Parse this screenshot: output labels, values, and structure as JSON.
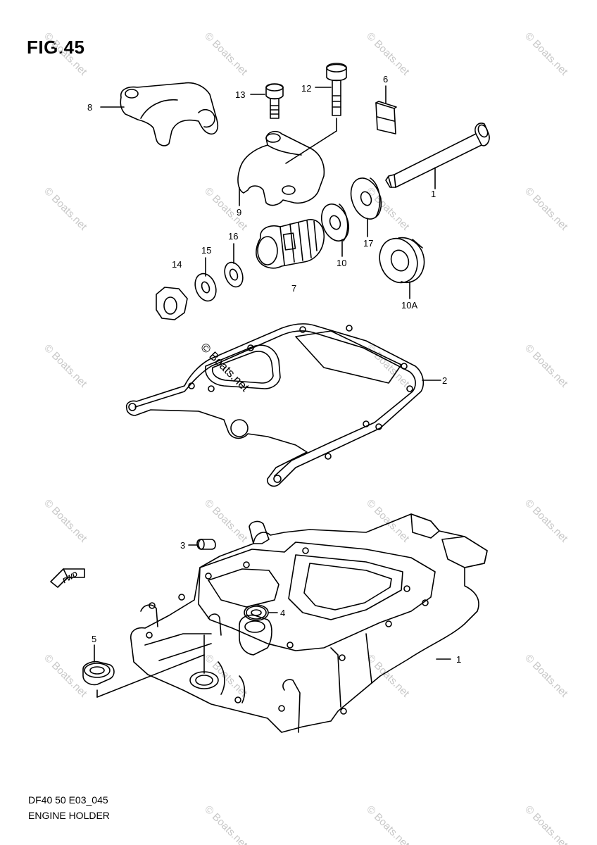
{
  "figure": {
    "title": "FIG.45",
    "code": "DF40 50 E03_045",
    "name": "ENGINE HOLDER"
  },
  "callouts": {
    "c1": "1",
    "c1b": "1",
    "c2": "2",
    "c3": "3",
    "c4": "4",
    "c5": "5",
    "c6": "6",
    "c7": "7",
    "c8": "8",
    "c9": "9",
    "c10": "10",
    "c10a": "10A",
    "c12": "12",
    "c13": "13",
    "c14": "14",
    "c15": "15",
    "c16": "16",
    "c17": "17"
  },
  "fwd_label": "FWD",
  "watermark": "© Boats.net",
  "colors": {
    "line": "#000000",
    "watermark": "#c8c8c8"
  }
}
